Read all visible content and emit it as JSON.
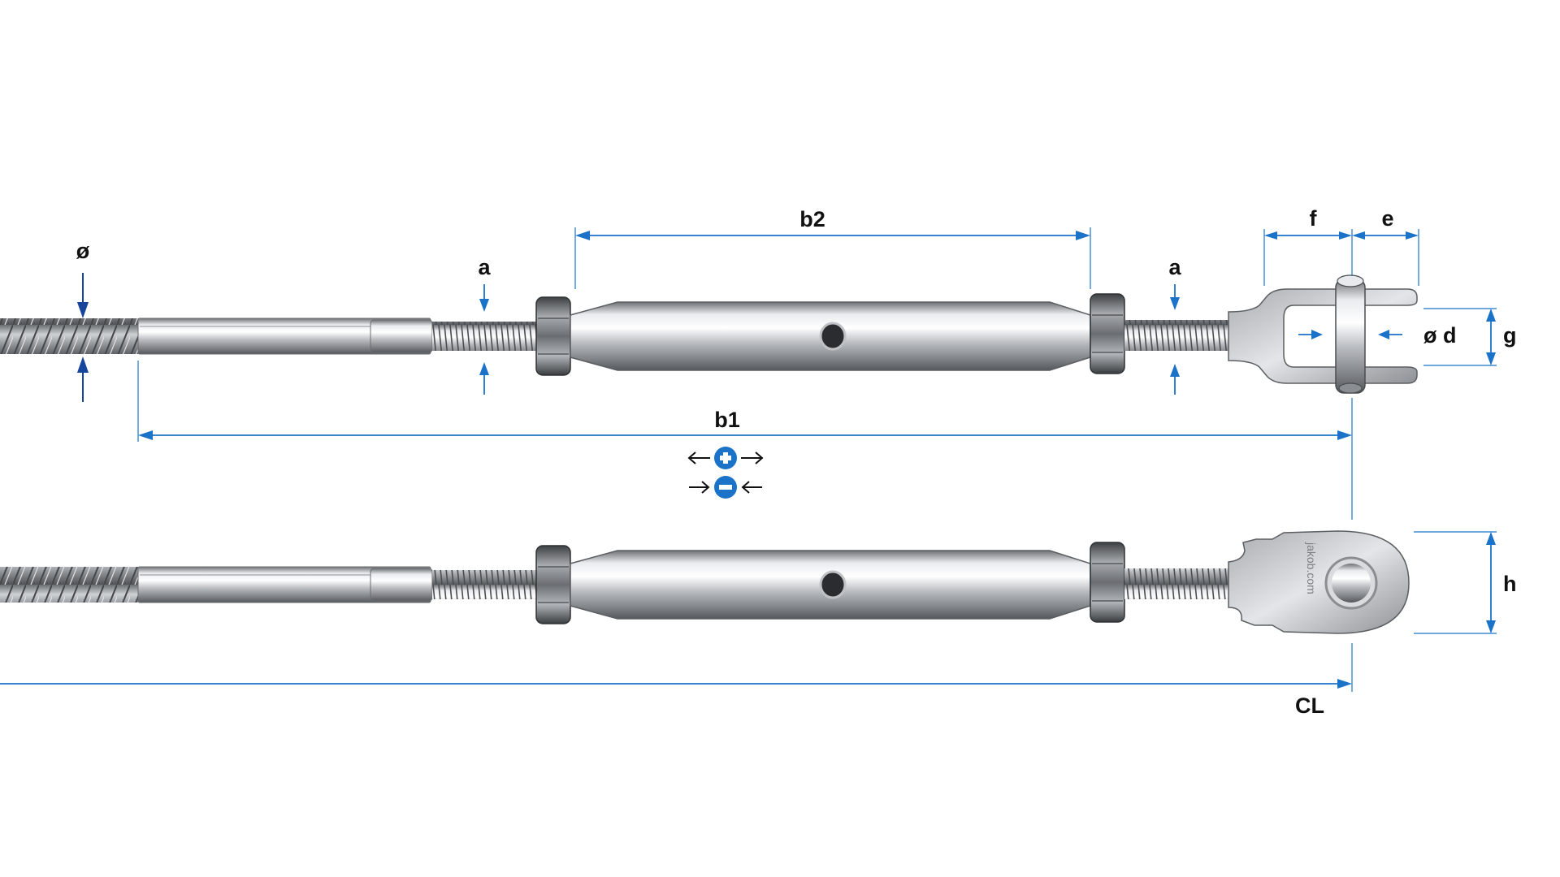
{
  "labels": {
    "diameter": "ø",
    "a_left": "a",
    "a_right": "a",
    "b2": "b2",
    "b1": "b1",
    "f": "f",
    "e": "e",
    "pin_diameter": "ø d",
    "g": "g",
    "h": "h",
    "cl": "CL"
  },
  "brand_mark": "jakob.com",
  "colors": {
    "dimension_line": "#1a73c9",
    "arrow_dark": "#17459b",
    "adjust_icon": "#1a73c9",
    "steel": "#c9ccd0"
  },
  "icons": {
    "lengthen": "plus-circle-icon",
    "shorten": "minus-circle-icon"
  }
}
